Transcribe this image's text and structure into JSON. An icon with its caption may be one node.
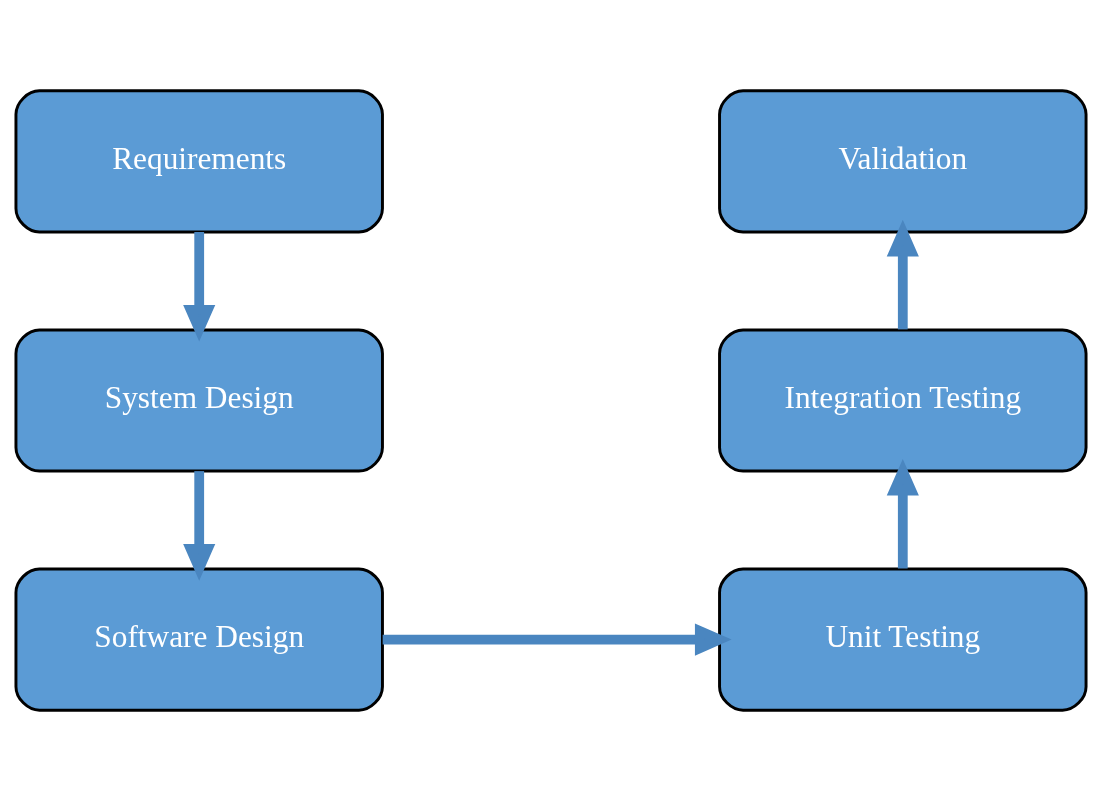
{
  "diagram": {
    "nodes": [
      {
        "text": [
          "Requirements"
        ]
      },
      {
        "text": [
          "System Design"
        ]
      },
      {
        "text": [
          "Software Design"
        ]
      },
      {
        "text": [
          "Unit Testing"
        ]
      },
      {
        "text": [
          "Integration Testing"
        ]
      },
      {
        "text": [
          "Validation"
        ]
      }
    ],
    "edges": [
      {
        "from": 0,
        "to": 1,
        "arrow": "to"
      },
      {
        "from": 1,
        "to": 2,
        "arrow": "to"
      },
      {
        "from": 2,
        "to": 3,
        "arrow": "to"
      },
      {
        "from": 3,
        "to": 4,
        "arrow": "to"
      },
      {
        "from": 4,
        "to": 5,
        "arrow": "to"
      }
    ]
  }
}
